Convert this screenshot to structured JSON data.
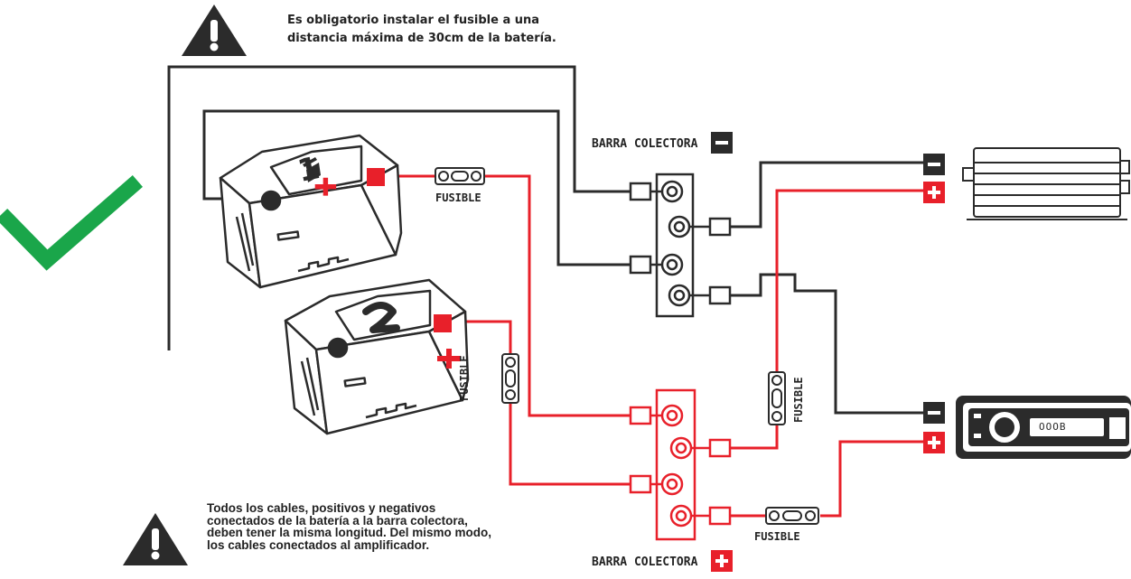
{
  "warnings": {
    "top": "Es obligatorio instalar el fusible a una distancia máxima de 30cm de la batería.",
    "bottom": "Todos los cables, positivos y negativos conectados de la batería a la barra colectora, deben tener la misma longitud. Del mismo modo, los cables conectados al amplificador."
  },
  "labels": {
    "barra_negativa": "BARRA COLECTORA",
    "barra_positiva": "BARRA COLECTORA",
    "fusible_1": "FUSIBLE",
    "fusible_2": "FUSIBLE",
    "fusible_3": "FUSIBLE",
    "fusible_4": "FUSIBLE"
  },
  "batteries": [
    {
      "number": "1"
    },
    {
      "number": "2"
    }
  ],
  "head_unit": {
    "display": "OOOB"
  },
  "colors": {
    "positive": "#e8202a",
    "negative": "#2b2b2b",
    "check": "#1aa64a"
  },
  "icons": [
    "warning-icon",
    "check-icon",
    "minus-icon",
    "plus-icon"
  ]
}
